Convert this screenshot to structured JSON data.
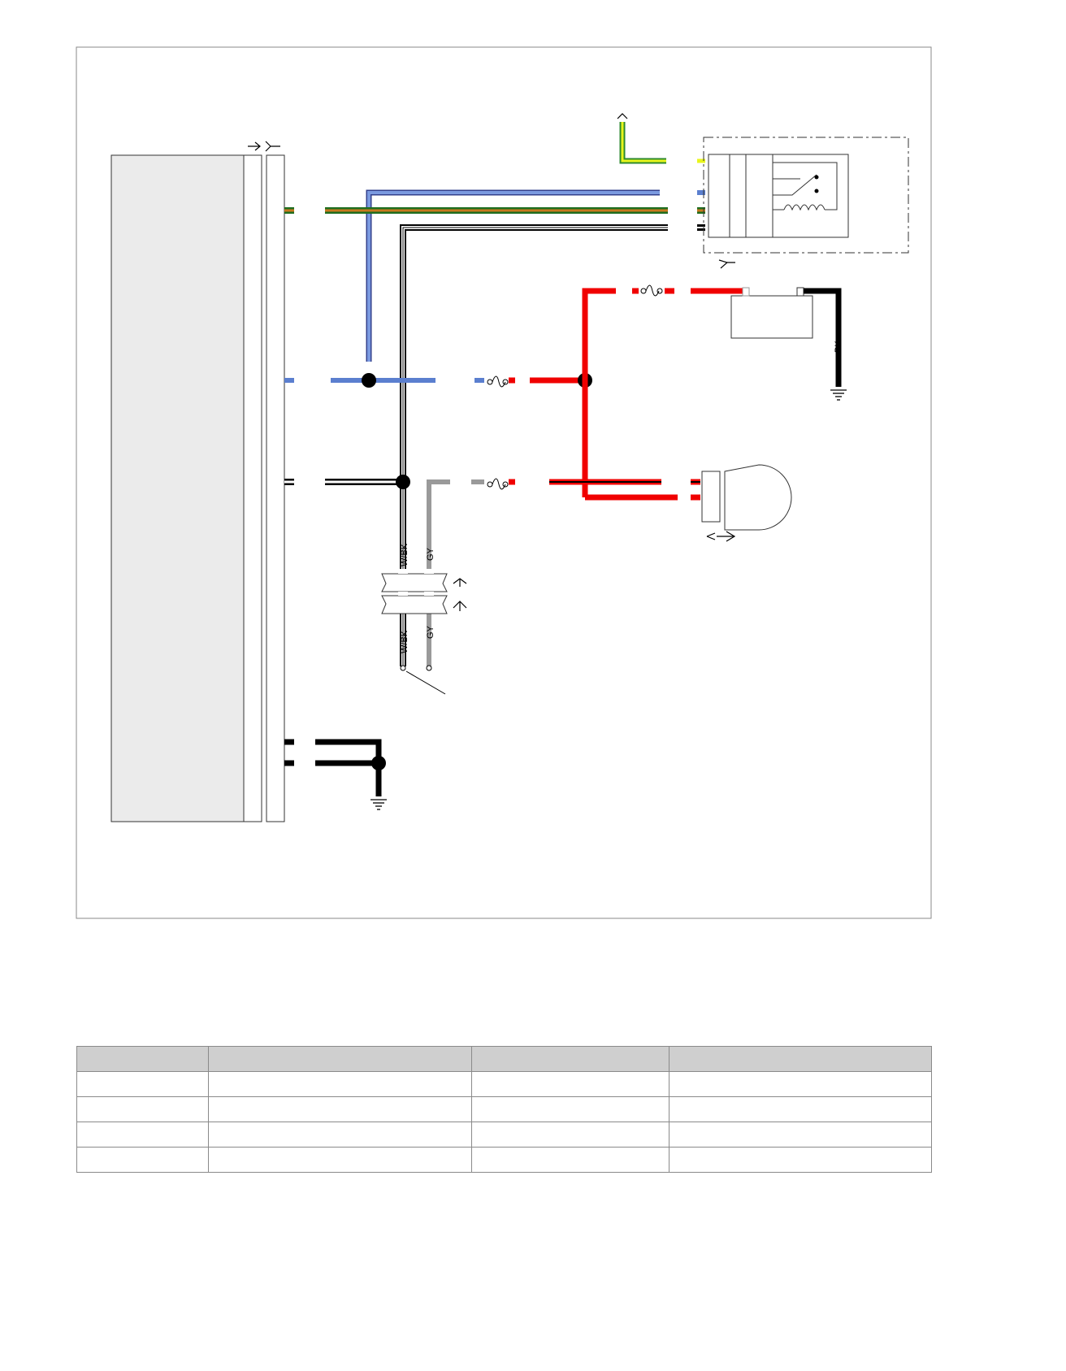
{
  "diagram": {
    "wire_labels": {
      "wbk_upper": "W/BK",
      "gy_upper": "GY",
      "wbk_lower": "W/BK",
      "gy_lower": "GY",
      "bk_ground": "BK"
    },
    "wire_colors": {
      "blue": "#5b7fcf",
      "green_orange": "#c8781e",
      "green": "#1f7a1f",
      "yellow": "#e8f51c",
      "red": "#f00000",
      "gray": "#9a9a9a",
      "black": "#000000"
    },
    "icons": [
      "fuse-icon",
      "relay-icon",
      "battery-icon",
      "lamp-icon",
      "ground-icon",
      "connector-icon",
      "splice-icon"
    ]
  },
  "legend_table": {
    "headers": [
      "",
      "",
      "",
      ""
    ],
    "rows": [
      [
        "",
        "",
        "",
        ""
      ],
      [
        "",
        "",
        "",
        ""
      ],
      [
        "",
        "",
        "",
        ""
      ],
      [
        "",
        "",
        "",
        ""
      ]
    ]
  }
}
